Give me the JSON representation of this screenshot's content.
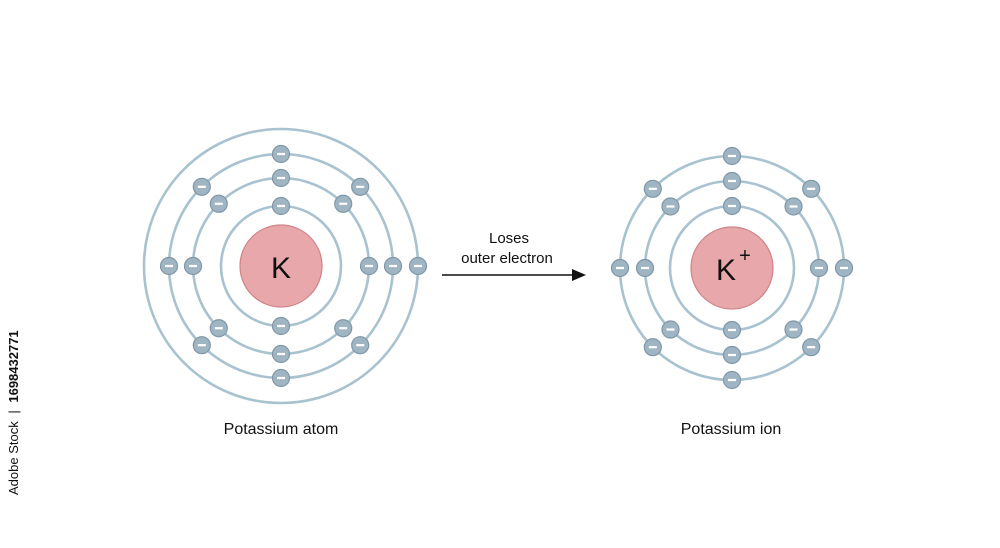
{
  "diagram": {
    "atom": {
      "symbol": "K",
      "charge": "",
      "caption": "Potassium atom",
      "shells": [
        2,
        8,
        8,
        1
      ]
    },
    "ion": {
      "symbol": "K",
      "charge": "+",
      "caption": "Potassium ion",
      "shells": [
        2,
        8,
        8
      ]
    },
    "arrow": {
      "line1": "Loses",
      "line2": "outer electron"
    },
    "electron_sign": "−",
    "colors": {
      "orbit": "#a8c2d0",
      "nucleus_fill": "#e8a8ab",
      "nucleus_stroke": "#cf8388",
      "electron_fill": "#9fb5c4",
      "electron_stroke": "#7f97a7",
      "arrow": "#111111"
    }
  },
  "stock_id": "1698432771",
  "stock_brand": "Adobe Stock"
}
